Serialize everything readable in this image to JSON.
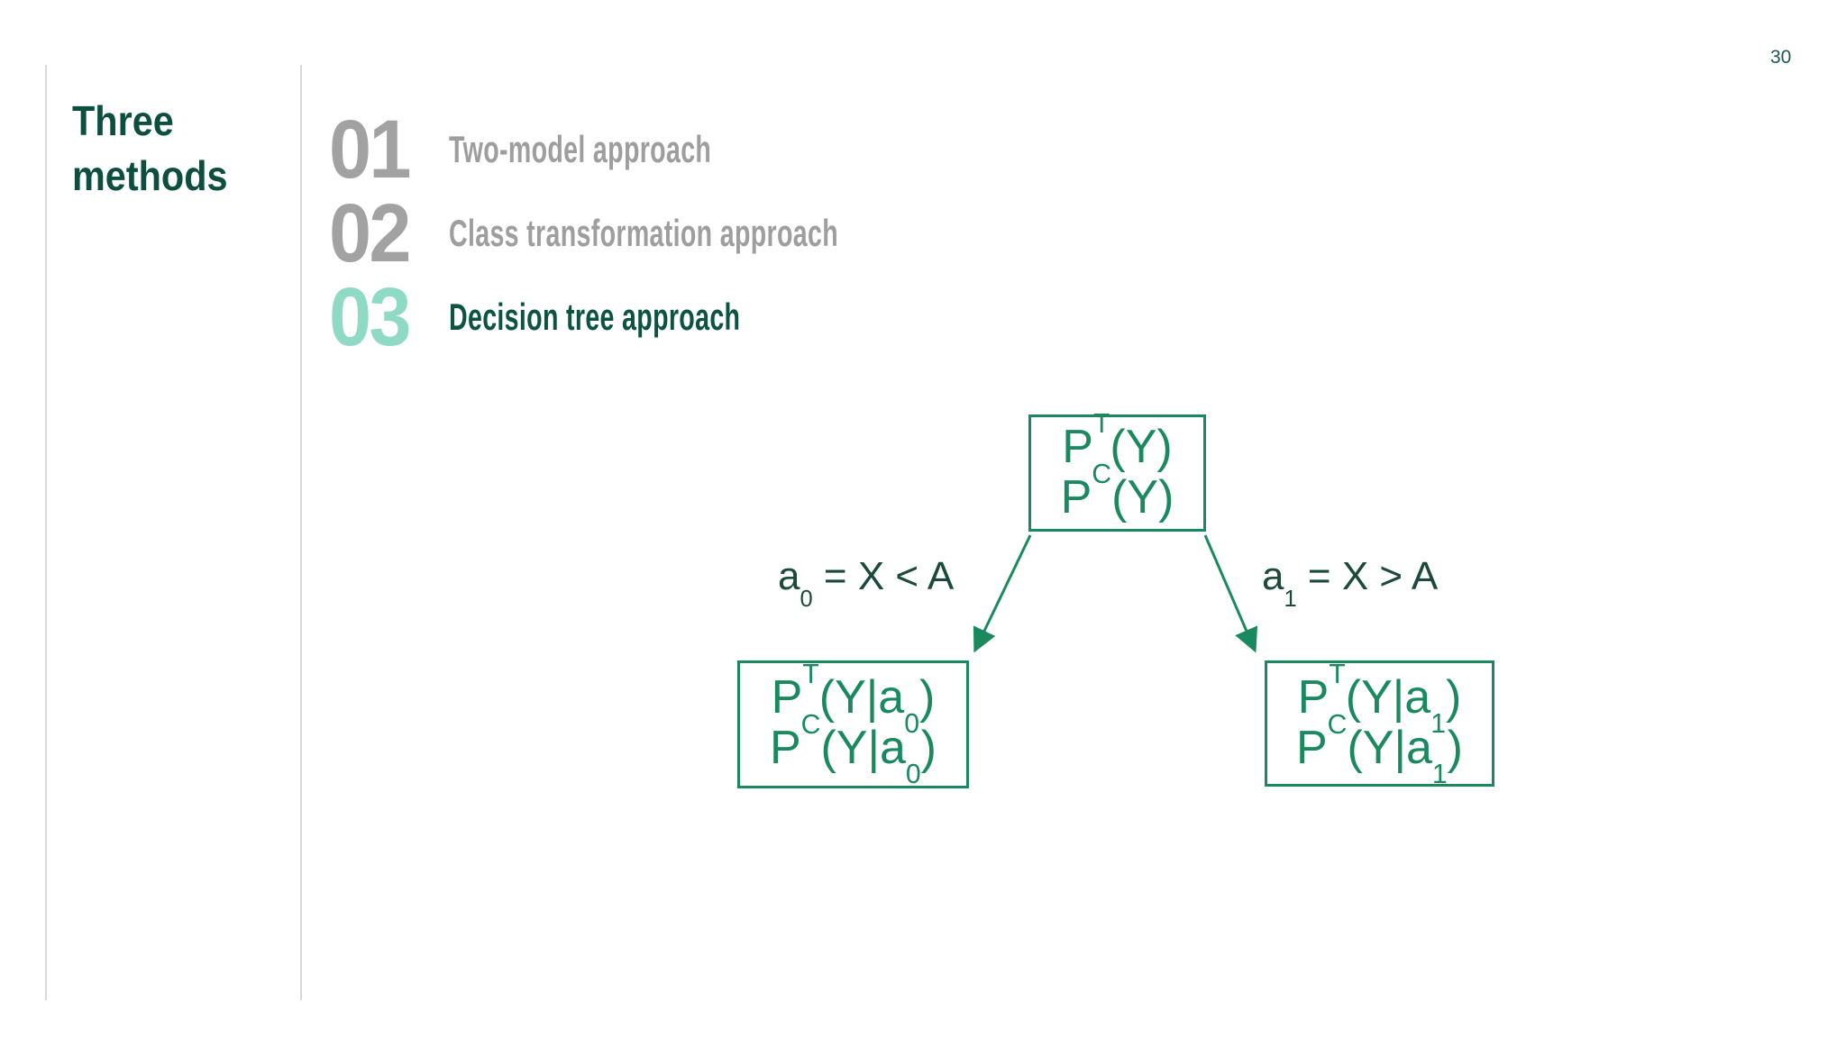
{
  "slide": {
    "page_number": "30"
  },
  "header": {
    "title": "Three methods"
  },
  "methods": [
    {
      "number": "01",
      "label": "Two-model approach",
      "active": false
    },
    {
      "number": "02",
      "label": "Class transformation approach",
      "active": false
    },
    {
      "number": "03",
      "label": "Decision tree approach",
      "active": true
    }
  ],
  "tree": {
    "root": {
      "line1": "P^{T}(Y)",
      "line2": "P^{C}(Y)"
    },
    "left_branch": {
      "label": "a_{0} = X < A"
    },
    "right_branch": {
      "label": "a_{1} = X > A"
    },
    "left_leaf": {
      "line1": "P^{T}(Y|a_{0})",
      "line2": "P^{C}(Y|a_{0})"
    },
    "right_leaf": {
      "line1": "P^{T}(Y|a_{1})",
      "line2": "P^{C}(Y|a_{1})"
    }
  },
  "colors": {
    "accent_green": "#1a8a5e",
    "dark_green": "#0d4f3f",
    "mint": "#8fdac5",
    "gray": "#9e9e9e",
    "divider": "#d9d9d9"
  }
}
